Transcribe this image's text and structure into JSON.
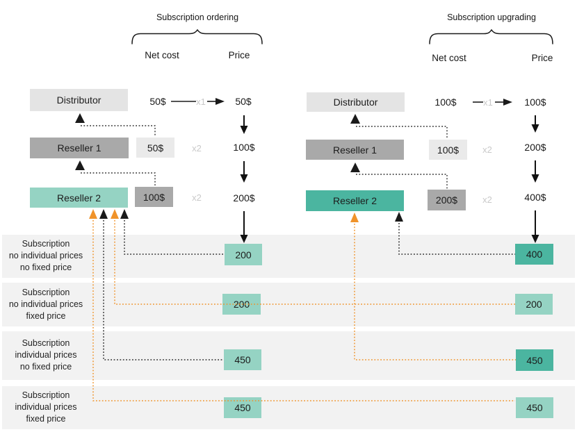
{
  "palette": {
    "background": "#ffffff",
    "row_band": "#f2f2f2",
    "distributor_box": "#e4e4e4",
    "net_cost_light_box": "#eaeaea",
    "reseller1_box": "#a9a9a9",
    "teal_light": "#95d3c3",
    "teal_dark": "#4bb5a0",
    "orange_connector": "#f0932a",
    "black_connector": "#2b2b2b",
    "multiplier_gray": "#c9c9c9"
  },
  "ordering": {
    "title": "Subscription ordering",
    "net_cost_header": "Net cost",
    "price_header": "Price",
    "distributor": {
      "label": "Distributor",
      "net_cost": "50$",
      "multiplier": "x1",
      "price": "50$"
    },
    "reseller1": {
      "label": "Reseller 1",
      "net_cost": "50$",
      "multiplier": "x2",
      "price": "100$"
    },
    "reseller2": {
      "label": "Reseller 2",
      "net_cost": "100$",
      "multiplier": "x2",
      "price": "200$"
    }
  },
  "upgrading": {
    "title": "Subscription upgrading",
    "net_cost_header": "Net cost",
    "price_header": "Price",
    "distributor": {
      "label": "Distributor",
      "net_cost": "100$",
      "multiplier": "x1",
      "price": "100$"
    },
    "reseller1": {
      "label": "Reseller 1",
      "net_cost": "100$",
      "multiplier": "x2",
      "price": "200$"
    },
    "reseller2": {
      "label": "Reseller 2",
      "net_cost": "200$",
      "multiplier": "x2",
      "price": "400$"
    }
  },
  "rows": [
    {
      "lines": [
        "Subscription",
        "no individual prices",
        "no fixed price"
      ],
      "ordering_value": "200",
      "upgrading_value": "400"
    },
    {
      "lines": [
        "Subscription",
        "no individual prices",
        "fixed price"
      ],
      "ordering_value": "200",
      "upgrading_value": "200"
    },
    {
      "lines": [
        "Subscription",
        "individual prices",
        "no fixed price"
      ],
      "ordering_value": "450",
      "upgrading_value": "450"
    },
    {
      "lines": [
        "Subscription",
        "individual prices",
        "fixed price"
      ],
      "ordering_value": "450",
      "upgrading_value": "450"
    }
  ]
}
